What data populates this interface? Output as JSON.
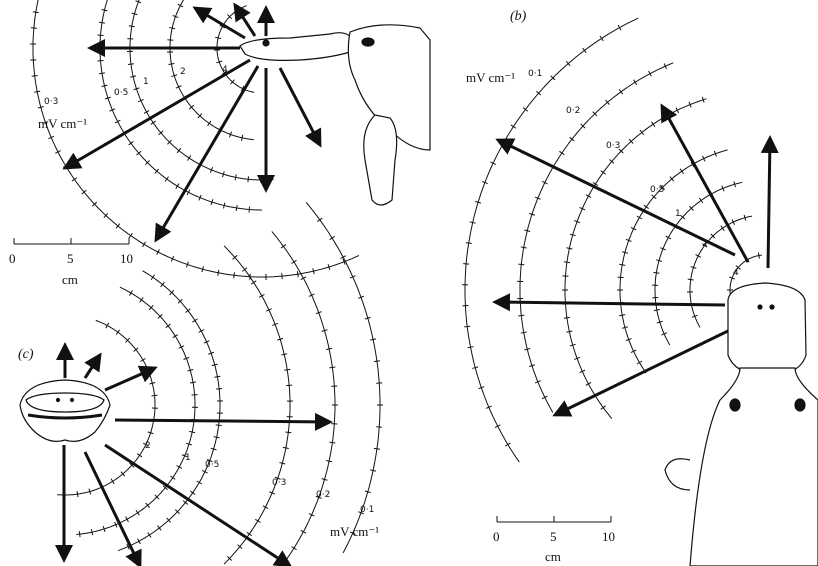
{
  "panels": [
    {
      "id": "a",
      "label": "",
      "unit": "mV cm⁻¹",
      "contours": [
        "4",
        "2",
        "1",
        "0·5",
        "0·3"
      ],
      "scale": {
        "ticks": [
          "0",
          "5",
          "10"
        ],
        "unit": "cm"
      }
    },
    {
      "id": "b",
      "label": "(b)",
      "unit": "mV cm⁻¹",
      "contours": [
        "4",
        "2",
        "1",
        "0·5",
        "0·3",
        "0·2",
        "0·1"
      ],
      "scale": {
        "ticks": [
          "0",
          "5",
          "10"
        ],
        "unit": "cm"
      }
    },
    {
      "id": "c",
      "label": "(c)",
      "unit": "mV cm⁻¹",
      "contours": [
        "2",
        "1",
        "0·5",
        "0·3",
        "0·2",
        "0·1"
      ]
    }
  ]
}
